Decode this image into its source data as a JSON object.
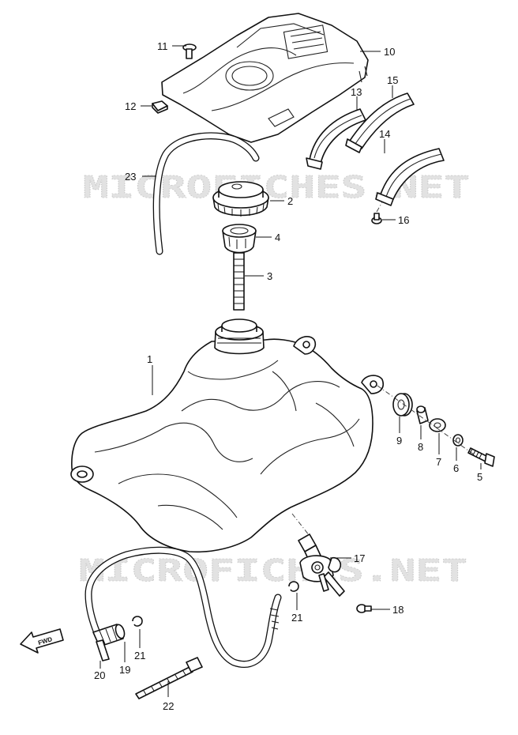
{
  "watermarks": {
    "top": "MICROFICHES.NET",
    "bottom": "MICROFICHES.NET"
  },
  "fwd_label": "FWD",
  "callouts": {
    "c1": "1",
    "c2": "2",
    "c3": "3",
    "c4": "4",
    "c5": "5",
    "c6": "6",
    "c7": "7",
    "c8": "8",
    "c9": "9",
    "c10": "10",
    "c11": "11",
    "c12": "12",
    "c13": "13",
    "c14": "14",
    "c15": "15",
    "c16": "16",
    "c17": "17",
    "c18": "18",
    "c19": "19",
    "c20": "20",
    "c21a": "21",
    "c21b": "21",
    "c22": "22",
    "c23": "23"
  }
}
